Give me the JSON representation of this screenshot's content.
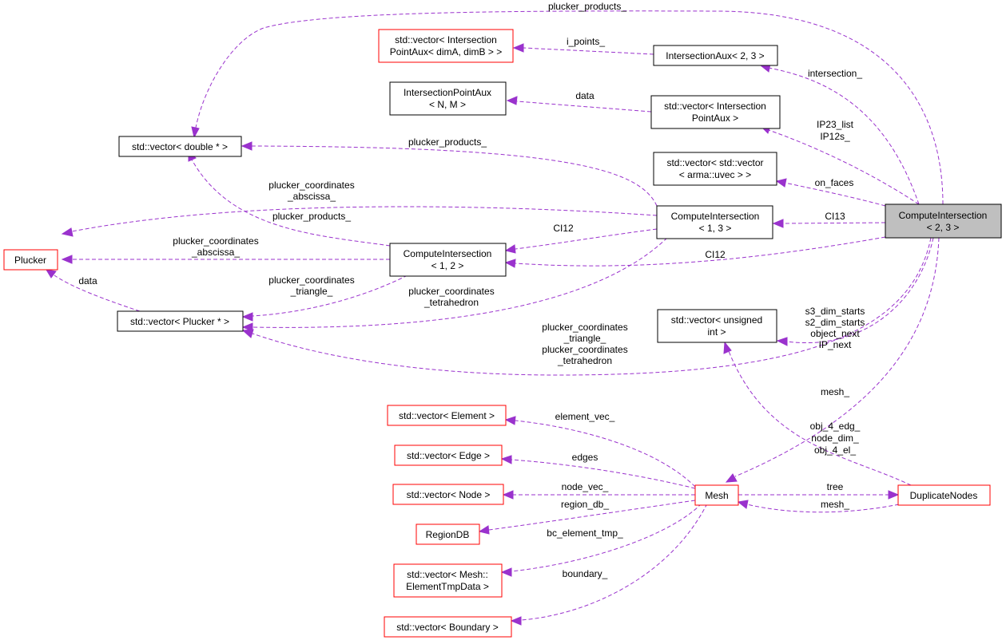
{
  "diagram": {
    "type": "collaboration-graph",
    "colors": {
      "edge": "#9a32cd",
      "node_border_normal": "#000000",
      "node_border_external": "#ff0000",
      "node_fill_focus": "#bfbfbf",
      "node_fill": "#ffffff"
    },
    "nodes": {
      "ci23": {
        "lines": [
          "ComputeIntersection",
          "< 2, 3 >"
        ],
        "style": "focus"
      },
      "plucker": {
        "lines": [
          "Plucker"
        ],
        "style": "external"
      },
      "vec_ipaux_dim": {
        "lines": [
          "std::vector< Intersection",
          "PointAux< dimA, dimB > >"
        ],
        "style": "external"
      },
      "ipaux_nm": {
        "lines": [
          "IntersectionPointAux",
          "< N, M >"
        ],
        "style": "normal"
      },
      "vec_double": {
        "lines": [
          "std::vector< double * >"
        ],
        "style": "normal"
      },
      "iaux23": {
        "lines": [
          "IntersectionAux< 2, 3 >"
        ],
        "style": "normal"
      },
      "vec_ipaux": {
        "lines": [
          "std::vector< Intersection",
          "PointAux >"
        ],
        "style": "normal"
      },
      "vec_uvec": {
        "lines": [
          "std::vector< std::vector",
          "< arma::uvec > >"
        ],
        "style": "normal"
      },
      "ci13": {
        "lines": [
          "ComputeIntersection",
          "< 1, 3 >"
        ],
        "style": "normal"
      },
      "ci12": {
        "lines": [
          "ComputeIntersection",
          "< 1, 2 >"
        ],
        "style": "normal"
      },
      "vec_plucker": {
        "lines": [
          "std::vector< Plucker * >"
        ],
        "style": "normal"
      },
      "vec_uint": {
        "lines": [
          "std::vector< unsigned",
          "int >"
        ],
        "style": "normal"
      },
      "vec_element": {
        "lines": [
          "std::vector< Element >"
        ],
        "style": "external"
      },
      "vec_edge": {
        "lines": [
          "std::vector< Edge >"
        ],
        "style": "external"
      },
      "vec_node": {
        "lines": [
          "std::vector< Node >"
        ],
        "style": "external"
      },
      "regiondb": {
        "lines": [
          "RegionDB"
        ],
        "style": "external"
      },
      "vec_eltmp": {
        "lines": [
          "std::vector< Mesh::",
          "ElementTmpData >"
        ],
        "style": "external"
      },
      "vec_boundary": {
        "lines": [
          "std::vector< Boundary >"
        ],
        "style": "external"
      },
      "mesh": {
        "lines": [
          "Mesh"
        ],
        "style": "external"
      },
      "dupnodes": {
        "lines": [
          "DuplicateNodes"
        ],
        "style": "external"
      }
    },
    "edges": {
      "e_top": {
        "from": "ci23",
        "to": "vec_double",
        "labels": [
          "plucker_products_"
        ]
      },
      "e_ipoints": {
        "from": "iaux23",
        "to": "vec_ipaux_dim",
        "labels": [
          "i_points_"
        ]
      },
      "e_intersection": {
        "from": "ci23",
        "to": "iaux23",
        "labels": [
          "intersection_"
        ]
      },
      "e_data1": {
        "from": "vec_ipaux",
        "to": "ipaux_nm",
        "labels": [
          "data"
        ]
      },
      "e_ip23": {
        "from": "ci23",
        "to": "vec_ipaux",
        "labels": [
          "IP23_list",
          "IP12s_"
        ]
      },
      "e_pp13": {
        "from": "ci13",
        "to": "vec_double",
        "labels": [
          "plucker_products_"
        ]
      },
      "e_onfaces": {
        "from": "ci23",
        "to": "vec_uvec",
        "labels": [
          "on_faces"
        ]
      },
      "e_pca13": {
        "from": "ci13",
        "to": "plucker",
        "labels": [
          "plucker_coordinates",
          "_abscissa_"
        ]
      },
      "e_pp12": {
        "from": "ci12",
        "to": "vec_double",
        "labels": [
          "plucker_products_"
        ]
      },
      "e_ci13": {
        "from": "ci23",
        "to": "ci13",
        "labels": [
          "CI13"
        ]
      },
      "e_ci12a": {
        "from": "ci13",
        "to": "ci12",
        "labels": [
          "CI12"
        ]
      },
      "e_ci12b": {
        "from": "ci23",
        "to": "ci12",
        "labels": [
          "CI12"
        ]
      },
      "e_pca12": {
        "from": "ci12",
        "to": "plucker",
        "labels": [
          "plucker_coordinates",
          "_abscissa_"
        ]
      },
      "e_data2": {
        "from": "vec_plucker",
        "to": "plucker",
        "labels": [
          "data"
        ]
      },
      "e_pct12": {
        "from": "ci12",
        "to": "vec_plucker",
        "labels": [
          "plucker_coordinates",
          "_triangle_"
        ]
      },
      "e_pcth13": {
        "from": "ci13",
        "to": "vec_plucker",
        "labels": [
          "plucker_coordinates",
          "_tetrahedron"
        ]
      },
      "e_pc23": {
        "from": "ci23",
        "to": "vec_plucker",
        "labels": [
          "plucker_coordinates",
          "_triangle_",
          "plucker_coordinates",
          "_tetrahedron"
        ]
      },
      "e_dims": {
        "from": "ci23",
        "to": "vec_uint",
        "labels": [
          "s3_dim_starts",
          "s2_dim_starts",
          "object_next",
          "IP_next"
        ]
      },
      "e_mesh1": {
        "from": "ci23",
        "to": "mesh",
        "labels": [
          "mesh_"
        ]
      },
      "e_objs": {
        "from": "dupnodes",
        "to": "vec_uint",
        "labels": [
          "obj_4_edg_",
          "node_dim_",
          "obj_4_el_"
        ]
      },
      "e_elvec": {
        "from": "mesh",
        "to": "vec_element",
        "labels": [
          "element_vec_"
        ]
      },
      "e_edges": {
        "from": "mesh",
        "to": "vec_edge",
        "labels": [
          "edges"
        ]
      },
      "e_nodevec": {
        "from": "mesh",
        "to": "vec_node",
        "labels": [
          "node_vec_"
        ]
      },
      "e_region": {
        "from": "mesh",
        "to": "regiondb",
        "labels": [
          "region_db_"
        ]
      },
      "e_bcel": {
        "from": "mesh",
        "to": "vec_eltmp",
        "labels": [
          "bc_element_tmp_"
        ]
      },
      "e_bound": {
        "from": "mesh",
        "to": "vec_boundary",
        "labels": [
          "boundary_"
        ]
      },
      "e_tree": {
        "from": "mesh",
        "to": "dupnodes",
        "labels": [
          "tree"
        ]
      },
      "e_mesh2": {
        "from": "dupnodes",
        "to": "mesh",
        "labels": [
          "mesh_"
        ]
      }
    }
  }
}
